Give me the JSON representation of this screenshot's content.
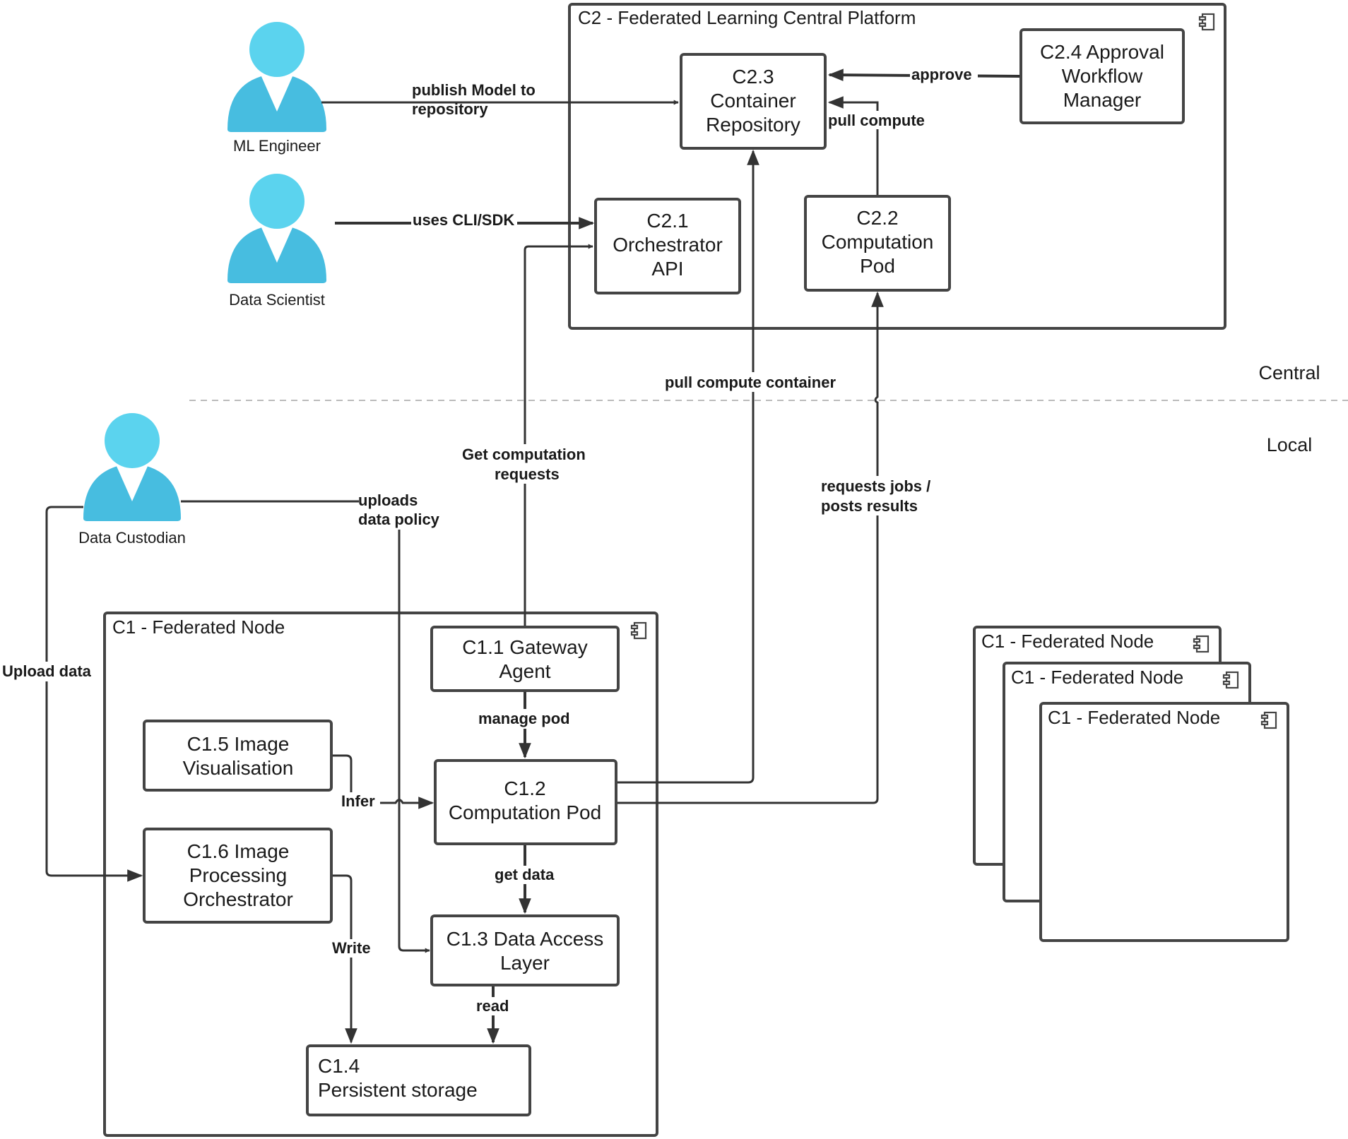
{
  "colors": {
    "actor_fill": "#5bd3ee",
    "actor_body": "#47bde0",
    "actor_shirt": "#ffffff",
    "stroke": "#444444"
  },
  "zones": {
    "central": "Central",
    "local": "Local"
  },
  "actors": {
    "ml_engineer": "ML Engineer",
    "data_scientist": "Data Scientist",
    "data_custodian": "Data Custodian"
  },
  "central_platform": {
    "title": "C2 - Federated Learning Central Platform",
    "icon": "component-icon",
    "components": {
      "c2_3": [
        "C2.3",
        "Container",
        "Repository"
      ],
      "c2_4": [
        "C2.4 Approval",
        "Workflow",
        "Manager"
      ],
      "c2_1": [
        "C2.1",
        "Orchestrator",
        "API"
      ],
      "c2_2": [
        "C2.2",
        "Computation",
        "Pod"
      ]
    }
  },
  "federated_node": {
    "title": "C1 - Federated Node",
    "icon": "component-icon",
    "components": {
      "c1_1": [
        "C1.1 Gateway",
        "Agent"
      ],
      "c1_5": [
        "C1.5 Image",
        "Visualisation"
      ],
      "c1_2": [
        "C1.2",
        "Computation Pod"
      ],
      "c1_6": [
        "C1.6 Image",
        "Processing",
        "Orchestrator"
      ],
      "c1_3": [
        "C1.3 Data Access",
        "Layer"
      ],
      "c1_4": [
        "C1.4",
        "Persistent storage"
      ]
    }
  },
  "stacked_nodes": [
    "C1 - Federated Node",
    "C1 - Federated Node",
    "C1 - Federated Node"
  ],
  "edges": {
    "publish_model": [
      "publish Model to",
      "repository"
    ],
    "approve": "approve",
    "pull_compute": "pull compute",
    "uses_cli": "uses CLI/SDK",
    "pull_compute_container": "pull compute container",
    "get_computation": [
      "Get computation",
      "requests"
    ],
    "requests_jobs": [
      "requests jobs /",
      "posts results"
    ],
    "uploads_policy": [
      "uploads",
      "data policy"
    ],
    "upload_data": "Upload data",
    "manage_pod": "manage pod",
    "infer": "Infer",
    "get_data": "get data",
    "write": "Write",
    "read": "read"
  }
}
